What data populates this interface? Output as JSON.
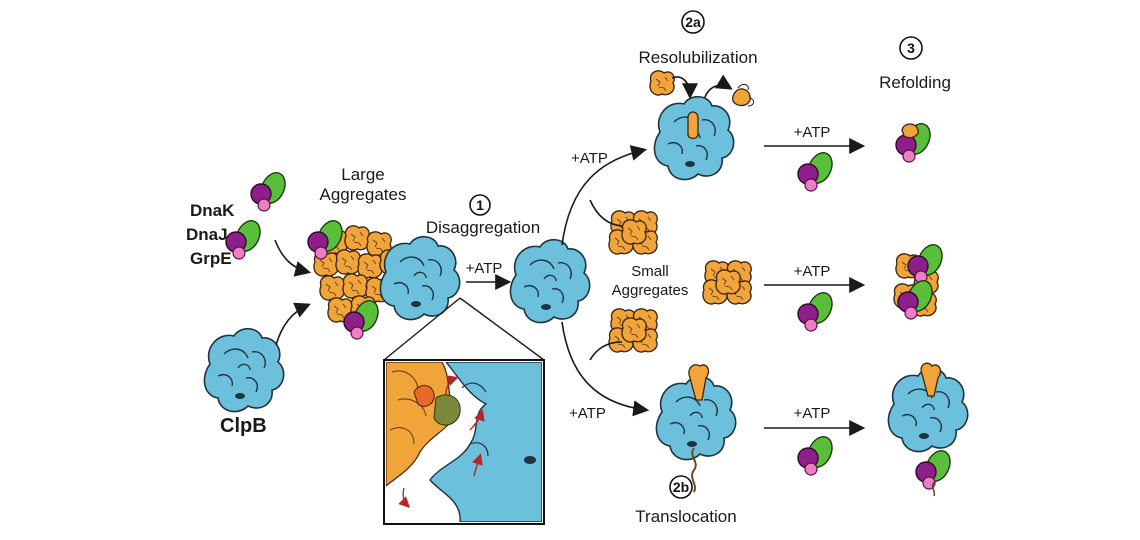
{
  "legend": {
    "dnak": "DnaK",
    "dnaj": "DnaJ",
    "grpe": "GrpE",
    "clpb": "ClpB"
  },
  "colors": {
    "dnak": "#2e9a3a",
    "dnaj": "#8e1f8a",
    "grpe": "#e85cb8",
    "clpb": "#3aa6cc"
  },
  "labels": {
    "large_aggregates": [
      "Large",
      "Aggregates"
    ],
    "disaggregation": "Disaggregation",
    "small_aggregates": [
      "Small",
      "Aggregates"
    ],
    "resolubilization": "Resolubilization",
    "refolding": "Refolding",
    "translocation": "Translocation"
  },
  "step_numbers": {
    "disaggregation": "1",
    "resolubilization": "2a",
    "translocation": "2b",
    "refolding": "3"
  },
  "atp_label": "+ATP"
}
